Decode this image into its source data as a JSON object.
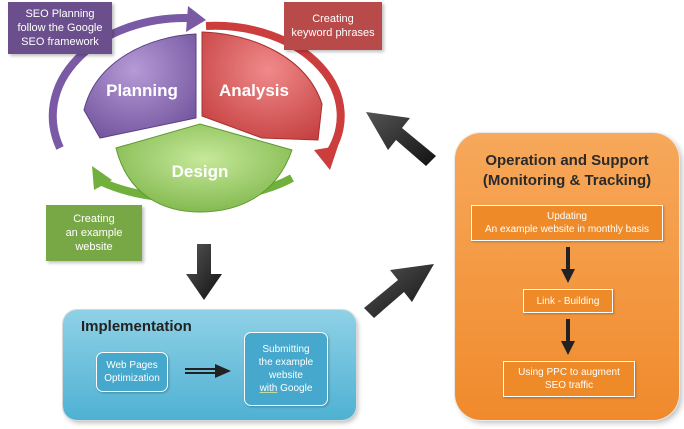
{
  "callouts": {
    "seo_planning": "SEO Planning\nfollow the Google\nSEO framework",
    "keyword": "Creating\nkeyword phrases",
    "creating": "Creating\nan example\nwebsite"
  },
  "cycle": {
    "planning": "Planning",
    "analysis": "Analysis",
    "design": "Design"
  },
  "operation": {
    "title": "Operation and Support\n(Monitoring & Tracking)",
    "box1": "Updating\nAn example website in monthly basis",
    "box2": "Link - Building",
    "box3": "Using PPC to augment\nSEO traffic"
  },
  "implementation": {
    "title": "Implementation",
    "box1": "Web Pages\nOptimization",
    "box2_line1": "Submitting",
    "box2_line2": "the example",
    "box2_line3": "website",
    "box2_with": "with",
    "box2_google": "Google"
  },
  "colors": {
    "planning": "#8060a8",
    "analysis": "#d24a4a",
    "design": "#86c24e",
    "operation": "#f39a3e",
    "implementation": "#5ab7d8"
  }
}
